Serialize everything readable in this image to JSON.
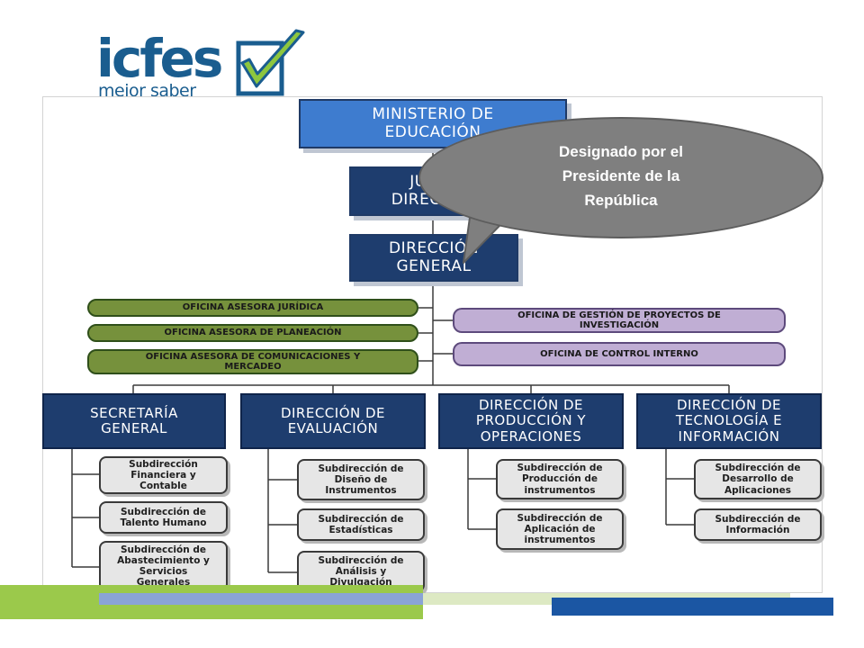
{
  "logo": {
    "word": "icfes",
    "tagline": "mejor saber",
    "check_icon": "checkmark-icon",
    "colors": {
      "blue": "#1a5d8f",
      "green": "#8dc63f"
    }
  },
  "callout": {
    "line1": "Designado por el",
    "line2": "Presidente de la",
    "line3": "República"
  },
  "org": {
    "ministerio": {
      "line1": "MINISTERIO DE",
      "line2": "EDUCACIÓN"
    },
    "junta": {
      "line1": "JUNTA",
      "line2": "DIRECTIVA"
    },
    "direccion_general": {
      "line1": "DIRECCIÓN",
      "line2": "GENERAL"
    },
    "left_offices": [
      {
        "line1": "OFICINA ASESORA JURÍDICA",
        "line2": ""
      },
      {
        "line1": "OFICINA ASESORA DE PLANEACIÓN",
        "line2": ""
      },
      {
        "line1": "OFICINA ASESORA DE COMUNICACIONES Y",
        "line2": "MERCADEO"
      }
    ],
    "right_offices": [
      {
        "line1": "OFICINA DE GESTIÓN DE PROYECTOS DE",
        "line2": "INVESTIGACIÓN"
      },
      {
        "line1": "OFICINA DE CONTROL INTERNO",
        "line2": ""
      }
    ],
    "directions": [
      {
        "line1": "SECRETARÍA",
        "line2": "GENERAL",
        "line3": "",
        "subs": [
          {
            "line1": "Subdirección",
            "line2": "Financiera y",
            "line3": "Contable",
            "line4": ""
          },
          {
            "line1": "Subdirección de",
            "line2": "Talento Humano",
            "line3": "",
            "line4": ""
          },
          {
            "line1": "Subdirección de",
            "line2": "Abastecimiento y",
            "line3": "Servicios",
            "line4": "Generales"
          }
        ]
      },
      {
        "line1": "DIRECCIÓN DE",
        "line2": "EVALUACIÓN",
        "line3": "",
        "subs": [
          {
            "line1": "Subdirección de",
            "line2": "Diseño de",
            "line3": "Instrumentos",
            "line4": ""
          },
          {
            "line1": "Subdirección de",
            "line2": "Estadísticas",
            "line3": "",
            "line4": ""
          },
          {
            "line1": "Subdirección de",
            "line2": "Análisis y",
            "line3": "Divulgación",
            "line4": ""
          }
        ]
      },
      {
        "line1": "DIRECCIÓN DE",
        "line2": "PRODUCCIÓN Y",
        "line3": "OPERACIONES",
        "subs": [
          {
            "line1": "Subdirección de",
            "line2": "Producción de",
            "line3": "instrumentos",
            "line4": ""
          },
          {
            "line1": "Subdirección de",
            "line2": "Aplicación de",
            "line3": "instrumentos",
            "line4": ""
          }
        ]
      },
      {
        "line1": "DIRECCIÓN DE",
        "line2": "TECNOLOGÍA E",
        "line3": "INFORMACIÓN",
        "subs": [
          {
            "line1": "Subdirección de",
            "line2": "Desarrollo de",
            "line3": "Aplicaciones",
            "line4": ""
          },
          {
            "line1": "Subdirección de",
            "line2": "Información",
            "line3": "",
            "line4": ""
          }
        ]
      }
    ]
  },
  "colors": {
    "ministerio_blue": "#3e7ccf",
    "navy": "#1e3d6e",
    "office_green": "#76913c",
    "office_purple": "#c0aed4",
    "sub_gray": "#e6e6e6",
    "callout_gray": "#7f7f7f"
  }
}
